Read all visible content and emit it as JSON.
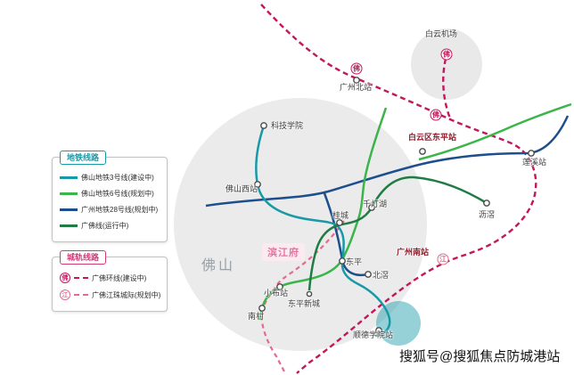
{
  "map": {
    "region_label": "佛山",
    "center_watermark": "滨江府",
    "footer_watermark": "搜狐号@搜狐焦点防城港站"
  },
  "legend_metro": {
    "title": "地铁线路",
    "items": [
      {
        "label": "佛山地铁3号线(建设中)",
        "color": "#1899a8",
        "style": "solid"
      },
      {
        "label": "佛山地铁6号线(规划中)",
        "color": "#3bb54a",
        "style": "solid"
      },
      {
        "label": "广州地铁28号线(规划中)",
        "color": "#1d4f8c",
        "style": "solid"
      },
      {
        "label": "广佛线(运行中)",
        "color": "#1f7d44",
        "style": "solid"
      }
    ]
  },
  "legend_rail": {
    "title": "城轨线路",
    "items": [
      {
        "label": "广佛环线(建设中)",
        "color": "#c2185b",
        "style": "dashed",
        "icon": "佛"
      },
      {
        "label": "广佛江珠城际(规划中)",
        "color": "#e56a8f",
        "style": "dashed",
        "icon": "江"
      }
    ]
  },
  "stations": [
    {
      "name": "广州北站"
    },
    {
      "name": "白云机场"
    },
    {
      "name": "科技学院"
    },
    {
      "name": "白云区东平站"
    },
    {
      "name": "莲溪站"
    },
    {
      "name": "佛山西站"
    },
    {
      "name": "桂城"
    },
    {
      "name": "千灯湖"
    },
    {
      "name": "沥滘"
    },
    {
      "name": "广州南站"
    },
    {
      "name": "东平"
    },
    {
      "name": "北滘"
    },
    {
      "name": "小布站"
    },
    {
      "name": "东平新城"
    },
    {
      "name": "南村"
    },
    {
      "name": "顺德学院站"
    }
  ]
}
